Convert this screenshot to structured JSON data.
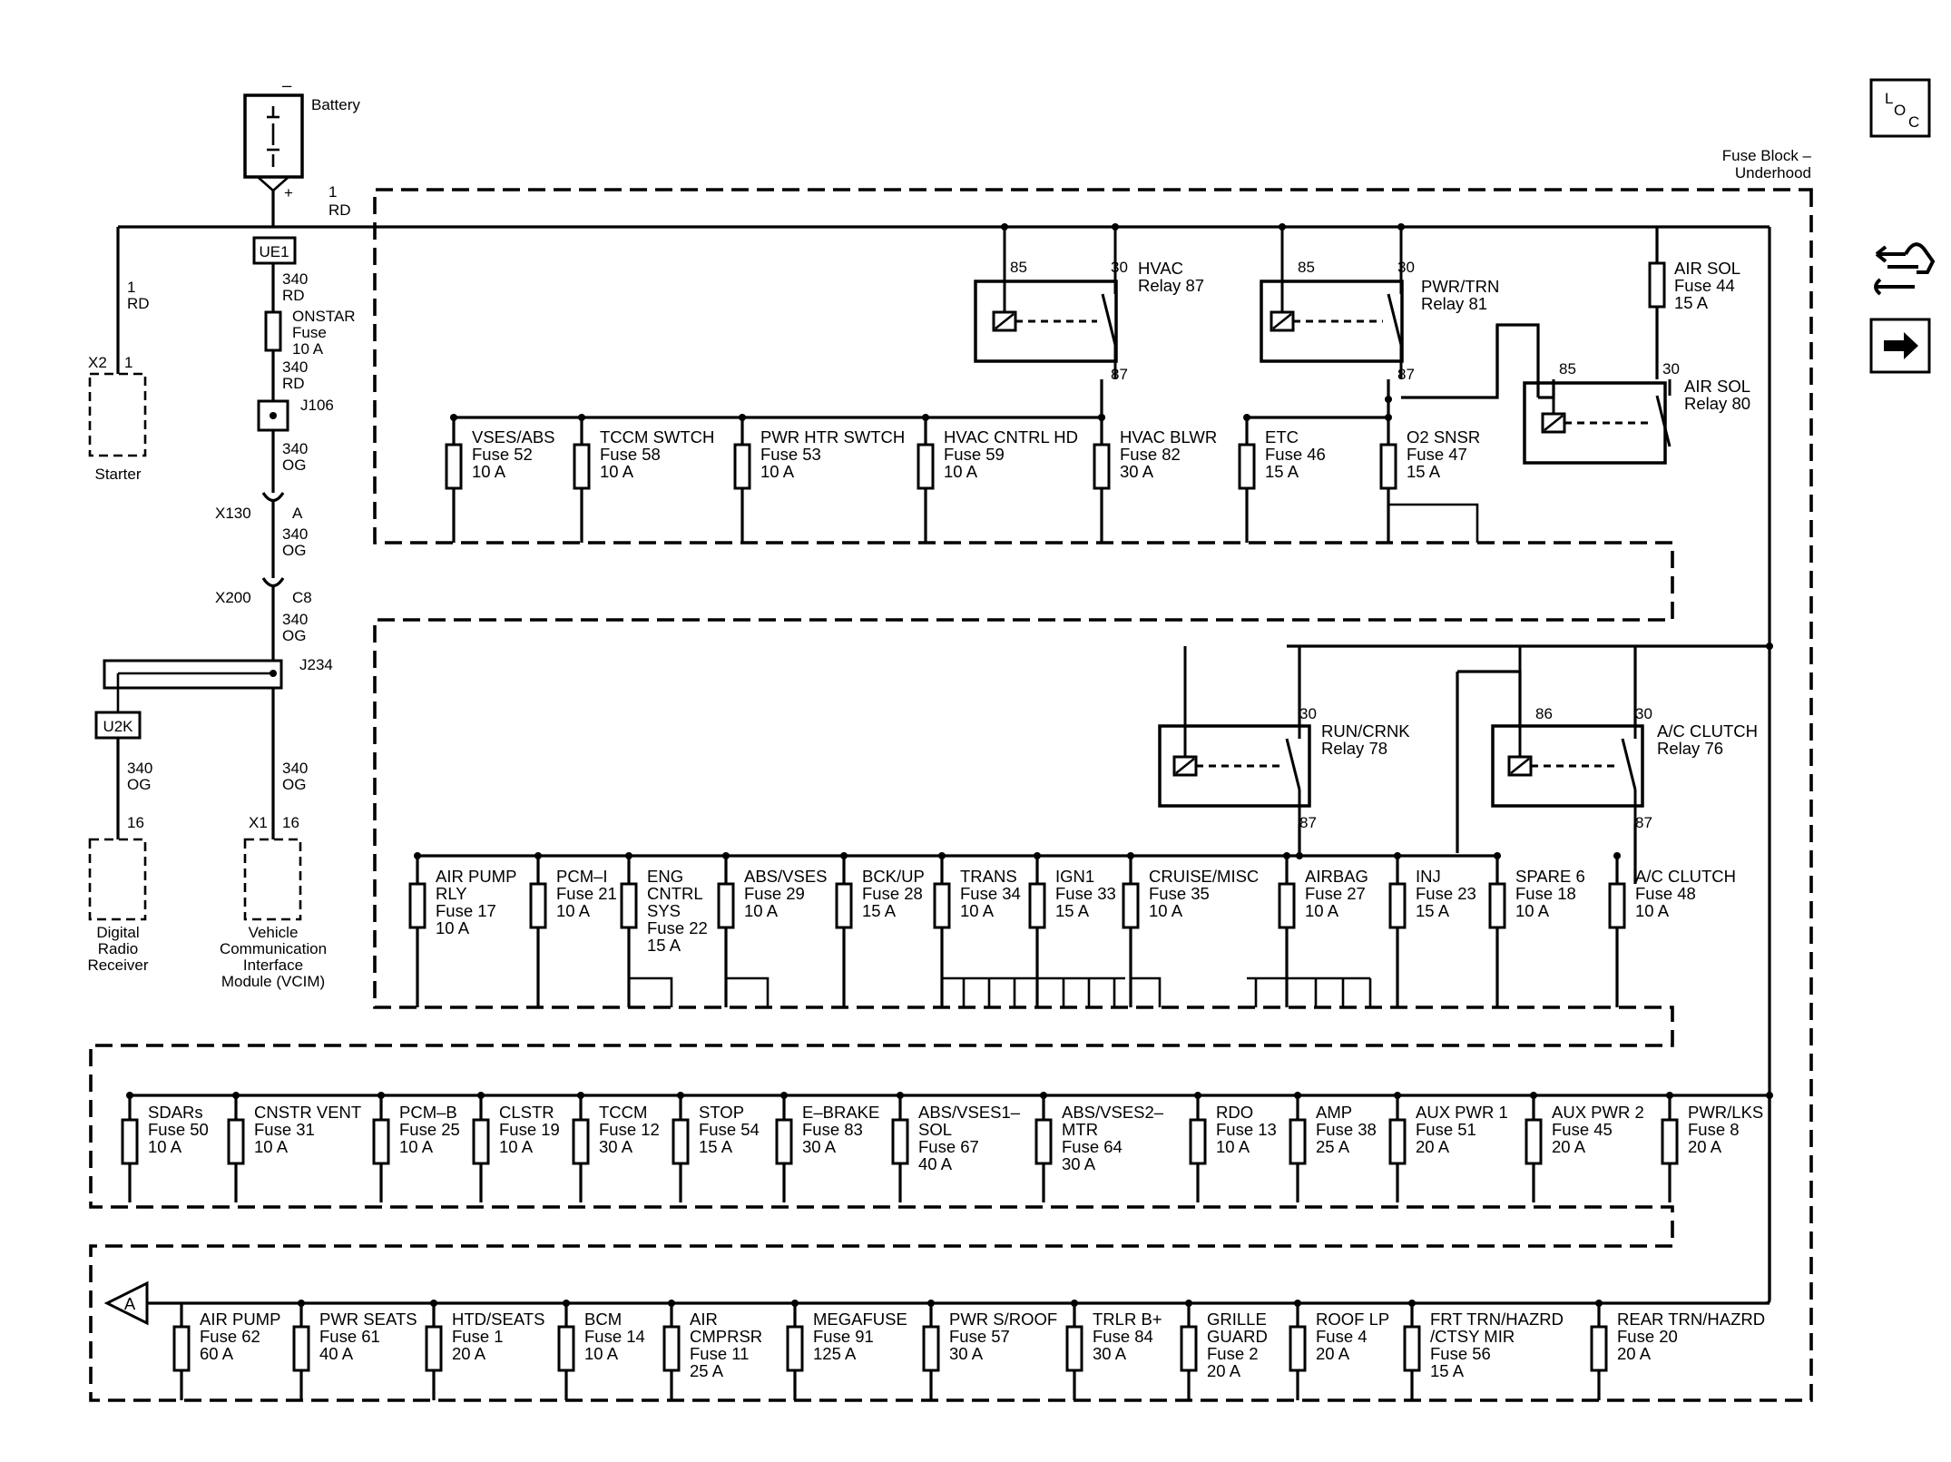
{
  "battery": {
    "label": "Battery",
    "minus": "–",
    "plus": "+"
  },
  "main_wire": {
    "circuit": "1",
    "color": "RD"
  },
  "fuse_block_title": [
    "Fuse Block –",
    "Underhood"
  ],
  "starter_wire": {
    "circuit": "1",
    "color": "RD"
  },
  "starter": {
    "connector": "X2",
    "pin": "1",
    "label": "Starter"
  },
  "ue1": "UE1",
  "ue1_wire": {
    "circuit": "340",
    "color": "RD"
  },
  "onstar_fuse": [
    "ONSTAR",
    "Fuse",
    "10 A"
  ],
  "onstar_out_wire": {
    "circuit": "340",
    "color": "RD"
  },
  "j106": "J106",
  "j106_wire": {
    "circuit": "340",
    "color": "OG"
  },
  "x130": {
    "connector": "X130",
    "pin": "A"
  },
  "x130_wire": {
    "circuit": "340",
    "color": "OG"
  },
  "x200": {
    "connector": "X200",
    "pin": "C8"
  },
  "x200_wire": {
    "circuit": "340",
    "color": "OG"
  },
  "j234": "J234",
  "u2k": "U2K",
  "drr_wire": {
    "circuit": "340",
    "color": "OG"
  },
  "vcim_wire": {
    "circuit": "340",
    "color": "OG"
  },
  "digital_radio": {
    "pin": "16",
    "label": [
      "Digital",
      "Radio",
      "Receiver"
    ]
  },
  "vcim": {
    "connector": "X1",
    "pin": "16",
    "label": [
      "Vehicle",
      "Communication",
      "Interface",
      "Module (VCIM)"
    ]
  },
  "nav_icons": {
    "loc": [
      "L",
      "O",
      "C"
    ],
    "icons": [
      "component-locator-icon",
      "wiring-tools-icon",
      "next-page-arrow-icon"
    ]
  },
  "continuation": {
    "label": "A"
  },
  "relays": [
    {
      "id": "hvac",
      "name": [
        "HVAC",
        "Relay 87"
      ],
      "p1": "85",
      "p2": "30",
      "out": "87"
    },
    {
      "id": "pwrtrn",
      "name": [
        "PWR/TRN",
        "Relay 81"
      ],
      "p1": "85",
      "p2": "30",
      "out": "87"
    },
    {
      "id": "airsol",
      "name": [
        "AIR SOL",
        "Relay 80"
      ],
      "p1": "85",
      "p2": "30",
      "out": ""
    },
    {
      "id": "runcrnk",
      "name": [
        "RUN/CRNK",
        "Relay 78"
      ],
      "p1": "",
      "p2": "30",
      "out": "87"
    },
    {
      "id": "acclutch",
      "name": [
        "A/C CLUTCH",
        "Relay 76"
      ],
      "p1": "86",
      "p2": "30",
      "out": "87"
    }
  ],
  "air_sol_fuse": [
    "AIR SOL",
    "Fuse 44",
    "15 A"
  ],
  "fuse_rows": {
    "row1": [
      {
        "id": "f52",
        "label": [
          "VSES/ABS",
          "Fuse 52",
          "10 A"
        ]
      },
      {
        "id": "f58",
        "label": [
          "TCCM SWTCH",
          "Fuse 58",
          "10 A"
        ]
      },
      {
        "id": "f53",
        "label": [
          "PWR HTR SWTCH",
          "Fuse 53",
          "10 A"
        ]
      },
      {
        "id": "f59",
        "label": [
          "HVAC CNTRL HD",
          "Fuse 59",
          "10 A"
        ]
      },
      {
        "id": "f82",
        "label": [
          "HVAC BLWR",
          "Fuse 82",
          "30 A"
        ]
      },
      {
        "id": "f46",
        "label": [
          "ETC",
          "Fuse 46",
          "15 A"
        ]
      },
      {
        "id": "f47",
        "label": [
          "O2 SNSR",
          "Fuse 47",
          "15 A"
        ]
      }
    ],
    "row2": [
      {
        "id": "f17",
        "label": [
          "AIR PUMP",
          "RLY",
          "Fuse 17",
          "10 A"
        ]
      },
      {
        "id": "f21",
        "label": [
          "PCM–I",
          "Fuse 21",
          "10 A"
        ]
      },
      {
        "id": "f22",
        "label": [
          "ENG",
          "CNTRL",
          "SYS",
          "Fuse 22",
          "15 A"
        ]
      },
      {
        "id": "f29",
        "label": [
          "ABS/VSES",
          "Fuse 29",
          "10 A"
        ]
      },
      {
        "id": "f28",
        "label": [
          "BCK/UP",
          "Fuse 28",
          "15 A"
        ]
      },
      {
        "id": "f34",
        "label": [
          "TRANS",
          "Fuse 34",
          "10 A"
        ]
      },
      {
        "id": "f33",
        "label": [
          "IGN1",
          "Fuse 33",
          "15 A"
        ]
      },
      {
        "id": "f35",
        "label": [
          "CRUISE/MISC",
          "Fuse 35",
          "10 A"
        ]
      },
      {
        "id": "f27",
        "label": [
          "AIRBAG",
          "Fuse 27",
          "10 A"
        ]
      },
      {
        "id": "f23",
        "label": [
          "INJ",
          "Fuse 23",
          "15 A"
        ]
      },
      {
        "id": "f18",
        "label": [
          "SPARE 6",
          "Fuse 18",
          "10 A"
        ]
      },
      {
        "id": "f48",
        "label": [
          "A/C CLUTCH",
          "Fuse 48",
          "10 A"
        ]
      }
    ],
    "row3": [
      {
        "id": "f50",
        "label": [
          "SDARs",
          "Fuse 50",
          "10 A"
        ]
      },
      {
        "id": "f31",
        "label": [
          "CNSTR VENT",
          "Fuse 31",
          "10 A"
        ]
      },
      {
        "id": "f25",
        "label": [
          "PCM–B",
          "Fuse 25",
          "10 A"
        ]
      },
      {
        "id": "f19",
        "label": [
          "CLSTR",
          "Fuse 19",
          "10 A"
        ]
      },
      {
        "id": "f12",
        "label": [
          "TCCM",
          "Fuse 12",
          "30 A"
        ]
      },
      {
        "id": "f54",
        "label": [
          "STOP",
          "Fuse 54",
          "15 A"
        ]
      },
      {
        "id": "f83",
        "label": [
          "E–BRAKE",
          "Fuse 83",
          "30 A"
        ]
      },
      {
        "id": "f67",
        "label": [
          "ABS/VSES1–",
          "SOL",
          "Fuse 67",
          "40 A"
        ]
      },
      {
        "id": "f64",
        "label": [
          "ABS/VSES2–",
          "MTR",
          "Fuse 64",
          "30 A"
        ]
      },
      {
        "id": "f13",
        "label": [
          "RDO",
          "Fuse 13",
          "10 A"
        ]
      },
      {
        "id": "f38",
        "label": [
          "AMP",
          "Fuse 38",
          "25 A"
        ]
      },
      {
        "id": "f51",
        "label": [
          "AUX PWR 1",
          "Fuse 51",
          "20 A"
        ]
      },
      {
        "id": "f45",
        "label": [
          "AUX PWR 2",
          "Fuse 45",
          "20 A"
        ]
      },
      {
        "id": "f8",
        "label": [
          "PWR/LKS",
          "Fuse 8",
          "20 A"
        ]
      }
    ],
    "row4": [
      {
        "id": "f62",
        "label": [
          "AIR PUMP",
          "Fuse 62",
          "60 A"
        ]
      },
      {
        "id": "f61",
        "label": [
          "PWR SEATS",
          "Fuse 61",
          "40 A"
        ]
      },
      {
        "id": "f1",
        "label": [
          "HTD/SEATS",
          "Fuse 1",
          "20 A"
        ]
      },
      {
        "id": "f14",
        "label": [
          "BCM",
          "Fuse 14",
          "10 A"
        ]
      },
      {
        "id": "f11",
        "label": [
          "AIR",
          "CMPRSR",
          "Fuse 11",
          "25 A"
        ]
      },
      {
        "id": "f91",
        "label": [
          "MEGAFUSE",
          "Fuse 91",
          "125 A"
        ]
      },
      {
        "id": "f57",
        "label": [
          "PWR S/ROOF",
          "Fuse 57",
          "30 A"
        ]
      },
      {
        "id": "f84",
        "label": [
          "TRLR B+",
          "Fuse 84",
          "30 A"
        ]
      },
      {
        "id": "f2",
        "label": [
          "GRILLE",
          "GUARD",
          "Fuse 2",
          "20 A"
        ]
      },
      {
        "id": "f4",
        "label": [
          "ROOF LP",
          "Fuse 4",
          "20 A"
        ]
      },
      {
        "id": "f56",
        "label": [
          "FRT TRN/HAZRD",
          "/CTSY MIR",
          "Fuse 56",
          "15 A"
        ]
      },
      {
        "id": "f20",
        "label": [
          "REAR TRN/HAZRD",
          "Fuse 20",
          "20 A"
        ]
      }
    ]
  }
}
